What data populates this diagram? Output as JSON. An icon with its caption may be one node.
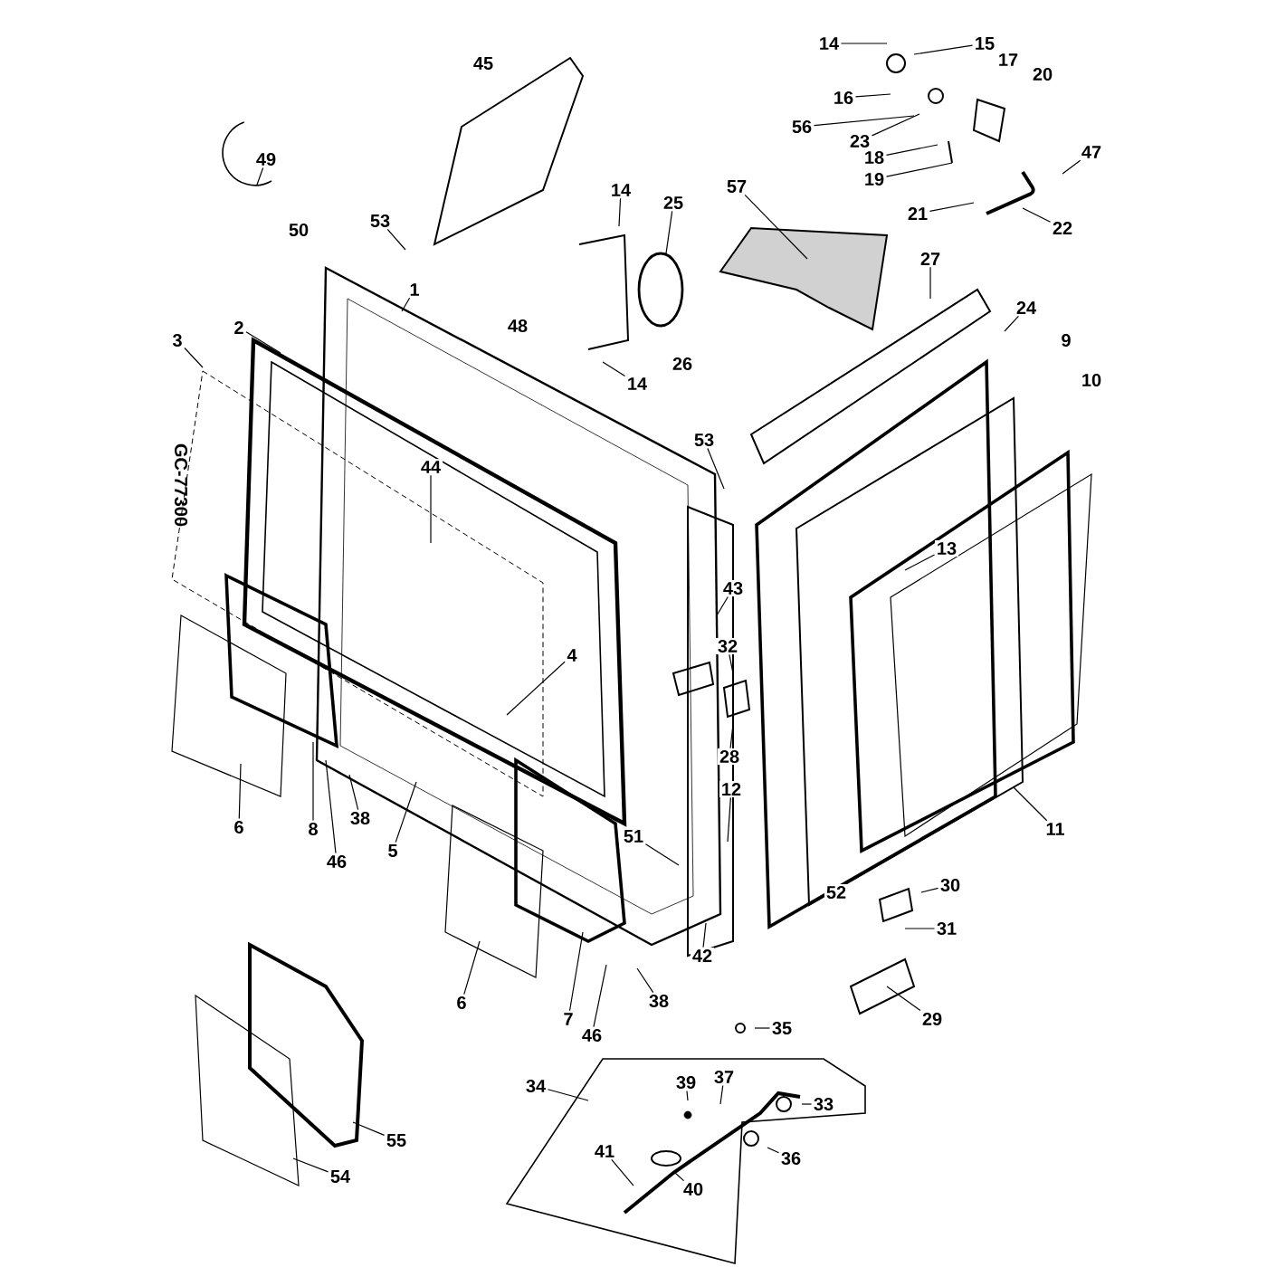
{
  "diagram": {
    "nodes": [
      {
        "text": [
          "14"
        ]
      },
      {
        "text": [
          "15"
        ]
      },
      {
        "text": [
          "17"
        ]
      },
      {
        "text": [
          "20"
        ]
      },
      {
        "text": [
          "16"
        ]
      },
      {
        "text": [
          "56"
        ]
      },
      {
        "text": [
          "23"
        ]
      },
      {
        "text": [
          "18"
        ]
      },
      {
        "text": [
          "19"
        ]
      },
      {
        "text": [
          "47"
        ]
      },
      {
        "text": [
          "21"
        ]
      },
      {
        "text": [
          "22"
        ]
      },
      {
        "text": [
          "45"
        ]
      },
      {
        "text": [
          "49"
        ]
      },
      {
        "text": [
          "50"
        ]
      },
      {
        "text": [
          "53"
        ]
      },
      {
        "text": [
          "14"
        ]
      },
      {
        "text": [
          "25"
        ]
      },
      {
        "text": [
          "57"
        ]
      },
      {
        "text": [
          "1"
        ]
      },
      {
        "text": [
          "48"
        ]
      },
      {
        "text": [
          "14"
        ]
      },
      {
        "text": [
          "26"
        ]
      },
      {
        "text": [
          "27"
        ]
      },
      {
        "text": [
          "24"
        ]
      },
      {
        "text": [
          "9"
        ]
      },
      {
        "text": [
          "10"
        ]
      },
      {
        "text": [
          "2"
        ]
      },
      {
        "text": [
          "3"
        ]
      },
      {
        "text": [
          "44"
        ]
      },
      {
        "text": [
          "53"
        ]
      },
      {
        "text": [
          "13"
        ]
      },
      {
        "text": [
          "43"
        ]
      },
      {
        "text": [
          "32"
        ]
      },
      {
        "text": [
          "28"
        ]
      },
      {
        "text": [
          "12"
        ]
      },
      {
        "text": [
          "4"
        ]
      },
      {
        "text": [
          "51"
        ]
      },
      {
        "text": [
          "6"
        ]
      },
      {
        "text": [
          "8"
        ]
      },
      {
        "text": [
          "38"
        ]
      },
      {
        "text": [
          "46"
        ]
      },
      {
        "text": [
          "5"
        ]
      },
      {
        "text": [
          "11"
        ]
      },
      {
        "text": [
          "52"
        ]
      },
      {
        "text": [
          "30"
        ]
      },
      {
        "text": [
          "31"
        ]
      },
      {
        "text": [
          "29"
        ]
      },
      {
        "text": [
          "42"
        ]
      },
      {
        "text": [
          "6"
        ]
      },
      {
        "text": [
          "7"
        ]
      },
      {
        "text": [
          "38"
        ]
      },
      {
        "text": [
          "46"
        ]
      },
      {
        "text": [
          "35"
        ]
      },
      {
        "text": [
          "34"
        ]
      },
      {
        "text": [
          "39"
        ]
      },
      {
        "text": [
          "37"
        ]
      },
      {
        "text": [
          "33"
        ]
      },
      {
        "text": [
          "41"
        ]
      },
      {
        "text": [
          "40"
        ]
      },
      {
        "text": [
          "36"
        ]
      },
      {
        "text": [
          "55"
        ]
      },
      {
        "text": [
          "54"
        ]
      }
    ],
    "edges": [
      {
        "from": 0,
        "to": null,
        "arrow": "none"
      },
      {
        "from": 1,
        "to": null,
        "arrow": "none"
      },
      {
        "from": 4,
        "to": null,
        "arrow": "none"
      },
      {
        "from": 5,
        "to": null,
        "arrow": "none"
      },
      {
        "from": 6,
        "to": null,
        "arrow": "none"
      },
      {
        "from": 7,
        "to": null,
        "arrow": "none"
      },
      {
        "from": 8,
        "to": null,
        "arrow": "none"
      },
      {
        "from": 9,
        "to": null,
        "arrow": "none"
      },
      {
        "from": 10,
        "to": null,
        "arrow": "none"
      },
      {
        "from": 11,
        "to": null,
        "arrow": "none"
      },
      {
        "from": 13,
        "to": null,
        "arrow": "none"
      },
      {
        "from": 15,
        "to": null,
        "arrow": "none"
      },
      {
        "from": 16,
        "to": null,
        "arrow": "none"
      },
      {
        "from": 17,
        "to": null,
        "arrow": "none"
      },
      {
        "from": 18,
        "to": null,
        "arrow": "none"
      },
      {
        "from": 19,
        "to": null,
        "arrow": "none"
      },
      {
        "from": 21,
        "to": null,
        "arrow": "none"
      },
      {
        "from": 23,
        "to": null,
        "arrow": "none"
      },
      {
        "from": 24,
        "to": null,
        "arrow": "none"
      },
      {
        "from": 27,
        "to": null,
        "arrow": "none"
      },
      {
        "from": 28,
        "to": null,
        "arrow": "none"
      },
      {
        "from": 29,
        "to": null,
        "arrow": "none"
      },
      {
        "from": 30,
        "to": null,
        "arrow": "none"
      },
      {
        "from": 31,
        "to": null,
        "arrow": "none"
      },
      {
        "from": 32,
        "to": null,
        "arrow": "none"
      },
      {
        "from": 33,
        "to": null,
        "arrow": "none"
      },
      {
        "from": 34,
        "to": null,
        "arrow": "none"
      },
      {
        "from": 35,
        "to": null,
        "arrow": "none"
      },
      {
        "from": 36,
        "to": null,
        "arrow": "none"
      },
      {
        "from": 37,
        "to": null,
        "arrow": "none"
      },
      {
        "from": 38,
        "to": null,
        "arrow": "none"
      },
      {
        "from": 39,
        "to": null,
        "arrow": "none"
      },
      {
        "from": 40,
        "to": null,
        "arrow": "none"
      },
      {
        "from": 41,
        "to": null,
        "arrow": "none"
      },
      {
        "from": 42,
        "to": null,
        "arrow": "none"
      },
      {
        "from": 43,
        "to": null,
        "arrow": "none"
      },
      {
        "from": 45,
        "to": null,
        "arrow": "none"
      },
      {
        "from": 46,
        "to": null,
        "arrow": "none"
      },
      {
        "from": 47,
        "to": null,
        "arrow": "none"
      },
      {
        "from": 48,
        "to": null,
        "arrow": "none"
      },
      {
        "from": 49,
        "to": null,
        "arrow": "none"
      },
      {
        "from": 50,
        "to": null,
        "arrow": "none"
      },
      {
        "from": 51,
        "to": null,
        "arrow": "none"
      },
      {
        "from": 52,
        "to": null,
        "arrow": "none"
      },
      {
        "from": 53,
        "to": null,
        "arrow": "none"
      },
      {
        "from": 54,
        "to": null,
        "arrow": "none"
      },
      {
        "from": 55,
        "to": null,
        "arrow": "none"
      },
      {
        "from": 56,
        "to": null,
        "arrow": "none"
      },
      {
        "from": 57,
        "to": null,
        "arrow": "none"
      },
      {
        "from": 58,
        "to": null,
        "arrow": "none"
      },
      {
        "from": 59,
        "to": null,
        "arrow": "none"
      },
      {
        "from": 60,
        "to": null,
        "arrow": "none"
      },
      {
        "from": 61,
        "to": null,
        "arrow": "none"
      },
      {
        "from": 62,
        "to": null,
        "arrow": "none"
      }
    ],
    "labels": [
      "GC-77300"
    ]
  }
}
